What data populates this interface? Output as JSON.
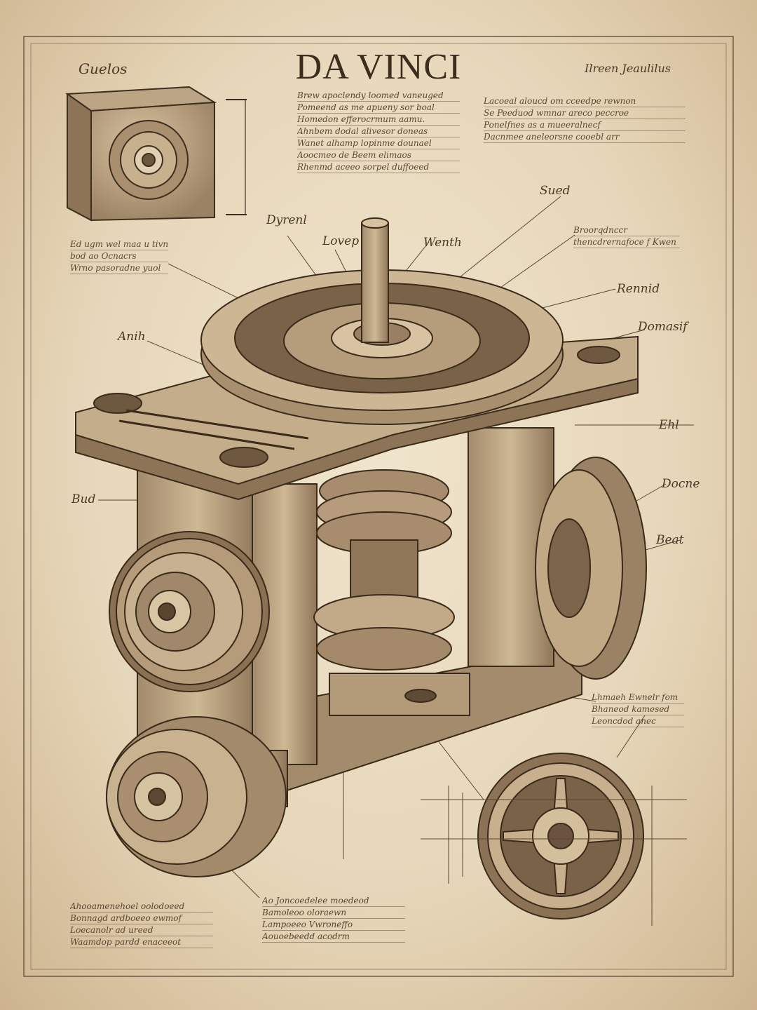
{
  "sheet": {
    "title": "DA VINCI",
    "corner_left": "Guelos",
    "corner_right": "Ilreen Jeaulilus",
    "labels": {
      "label_1": "Dyrenl",
      "label_2": "Lovep",
      "label_3": "Wenth",
      "label_4": "Sued",
      "label_5": "Anih",
      "label_6": "Bud",
      "label_7": "Domasif",
      "label_8": "Ehl",
      "label_9": "Docne",
      "label_10": "Beat",
      "label_11": "Rennid"
    },
    "notes": {
      "note_top_middle": [
        "Brew apoclendy loomed vaneuged",
        "Pomeend as me apueny sor boal",
        "Homedon efferocrmum aamu.",
        "Ahnbem dodal alivesor doneas",
        "Wanet alhamp lopinme dounael",
        "Aoocmeo de Beem elimaos",
        "Rhenmd aceeo sorpel duffoeed"
      ],
      "note_top_right": [
        "Lacoeal aloucd om cceedpe rewnon",
        "Se Peeduod wmnar areco peccroe",
        "Ponelfnes as a mueeralnecf",
        "Dacnmee aneleorsne cooebl arr"
      ],
      "note_left": [
        "Ed ugm wel maa u tivnuy",
        "bod ao Ocnacrs",
        "Wrno pasoradne yuol"
      ],
      "note_right_top": [
        "Broorqdnccr",
        "thencdrernafoce f Kwen"
      ],
      "note_right_lower": [
        "Lhmaeh Ewnelr fom",
        "Bhaneod kamesed",
        "Leoncdod anec"
      ],
      "note_bottom_left": [
        "Ahooamenehoel oolodoeed",
        "Bonnagd ardboeeo ewmof",
        "Loecanolr ad ureed",
        "Waamdop pardd enaceeot"
      ],
      "note_bottom_middle": [
        "Ao Joncoedelee moedeod",
        "Bamoleoo oloraewn",
        "Lampoeeo Vwroneffo",
        "Aouoebeedd acodrm"
      ]
    }
  }
}
